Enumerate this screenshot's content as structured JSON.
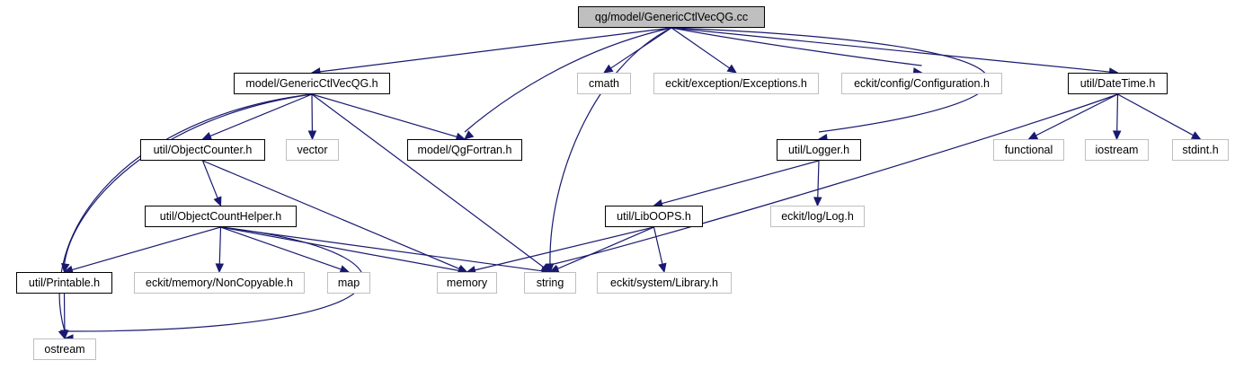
{
  "colors": {
    "edge": "#191970",
    "node_border": "#000000",
    "system_border": "#bfbfbf",
    "root_fill": "#bfbfbf"
  },
  "nodes": [
    {
      "id": "root",
      "label": "qg/model/GenericCtlVecQG.cc",
      "kind": "root"
    },
    {
      "id": "generic_h",
      "label": "model/GenericCtlVecQG.h",
      "kind": "file"
    },
    {
      "id": "cmath",
      "label": "cmath",
      "kind": "system"
    },
    {
      "id": "exceptions",
      "label": "eckit/exception/Exceptions.h",
      "kind": "system"
    },
    {
      "id": "configuration",
      "label": "eckit/config/Configuration.h",
      "kind": "system"
    },
    {
      "id": "datetime",
      "label": "util/DateTime.h",
      "kind": "file"
    },
    {
      "id": "objcounter",
      "label": "util/ObjectCounter.h",
      "kind": "file"
    },
    {
      "id": "vector",
      "label": "vector",
      "kind": "system"
    },
    {
      "id": "qgfortran",
      "label": "model/QgFortran.h",
      "kind": "file"
    },
    {
      "id": "logger",
      "label": "util/Logger.h",
      "kind": "file"
    },
    {
      "id": "functional",
      "label": "functional",
      "kind": "system"
    },
    {
      "id": "iostream",
      "label": "iostream",
      "kind": "system"
    },
    {
      "id": "stdint",
      "label": "stdint.h",
      "kind": "system"
    },
    {
      "id": "objcounthelper",
      "label": "util/ObjectCountHelper.h",
      "kind": "file"
    },
    {
      "id": "liboops",
      "label": "util/LibOOPS.h",
      "kind": "file"
    },
    {
      "id": "log",
      "label": "eckit/log/Log.h",
      "kind": "system"
    },
    {
      "id": "printable",
      "label": "util/Printable.h",
      "kind": "file"
    },
    {
      "id": "noncopyable",
      "label": "eckit/memory/NonCopyable.h",
      "kind": "system"
    },
    {
      "id": "map",
      "label": "map",
      "kind": "system"
    },
    {
      "id": "memory",
      "label": "memory",
      "kind": "system"
    },
    {
      "id": "string",
      "label": "string",
      "kind": "system"
    },
    {
      "id": "library",
      "label": "eckit/system/Library.h",
      "kind": "system"
    },
    {
      "id": "ostream",
      "label": "ostream",
      "kind": "system"
    }
  ],
  "edges": [
    [
      "root",
      "generic_h"
    ],
    [
      "root",
      "qgfortran"
    ],
    [
      "root",
      "string"
    ],
    [
      "root",
      "cmath"
    ],
    [
      "root",
      "exceptions"
    ],
    [
      "root",
      "configuration"
    ],
    [
      "root",
      "datetime"
    ],
    [
      "root",
      "logger"
    ],
    [
      "generic_h",
      "objcounter"
    ],
    [
      "generic_h",
      "vector"
    ],
    [
      "generic_h",
      "qgfortran"
    ],
    [
      "generic_h",
      "printable"
    ],
    [
      "generic_h",
      "ostream"
    ],
    [
      "generic_h",
      "string"
    ],
    [
      "objcounter",
      "objcounthelper"
    ],
    [
      "objcounter",
      "memory"
    ],
    [
      "objcounthelper",
      "printable"
    ],
    [
      "objcounthelper",
      "noncopyable"
    ],
    [
      "objcounthelper",
      "map"
    ],
    [
      "objcounthelper",
      "memory"
    ],
    [
      "objcounthelper",
      "string"
    ],
    [
      "objcounthelper",
      "ostream"
    ],
    [
      "printable",
      "ostream"
    ],
    [
      "logger",
      "liboops"
    ],
    [
      "logger",
      "log"
    ],
    [
      "liboops",
      "memory"
    ],
    [
      "liboops",
      "string"
    ],
    [
      "liboops",
      "library"
    ],
    [
      "datetime",
      "functional"
    ],
    [
      "datetime",
      "iostream"
    ],
    [
      "datetime",
      "stdint"
    ],
    [
      "datetime",
      "string"
    ]
  ]
}
